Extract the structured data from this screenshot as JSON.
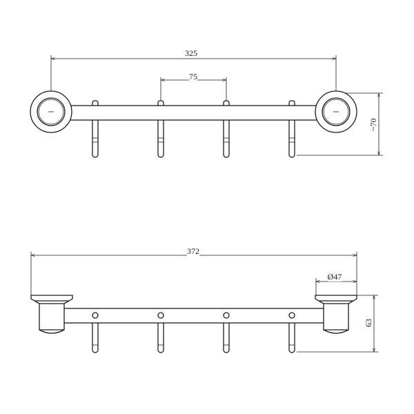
{
  "top_view": {
    "dim_overall": "325",
    "dim_hook_spacing": "75",
    "dim_height": "~70"
  },
  "side_view": {
    "dim_overall": "372",
    "dim_diameter": "Ø47",
    "dim_height": "63"
  },
  "line_color": "#1a1a1a"
}
